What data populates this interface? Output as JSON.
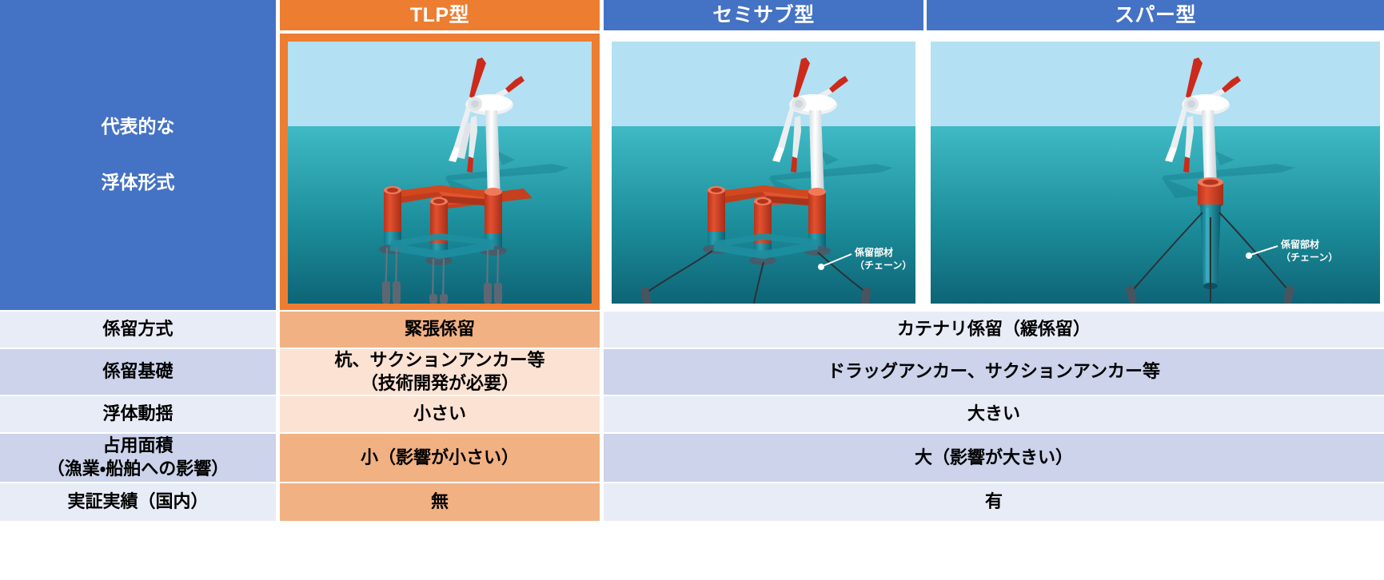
{
  "header": {
    "corner_label": "",
    "columns": [
      {
        "label": "TLP型",
        "highlight": true,
        "accent": "#ed7d31"
      },
      {
        "label": "セミサブ型",
        "highlight": false,
        "accent": "#4472c4"
      },
      {
        "label": "スパー型",
        "highlight": false,
        "accent": "#4472c4"
      }
    ]
  },
  "rows": [
    {
      "label": "代表的な\n浮体形式",
      "label_line1": "代表的な",
      "label_line2": "浮体形式",
      "type": "image",
      "tlp": "",
      "semisub": "",
      "spar": ""
    },
    {
      "label": "係留方式",
      "type": "text",
      "tlp": "緊張係留",
      "merged": "カテナリ係留（緩係留）"
    },
    {
      "label": "係留基礎",
      "type": "text",
      "tlp_line1": "杭、サクションアンカー等",
      "tlp_line2": "（技術開発が必要）",
      "merged": "ドラッグアンカー、サクションアンカー等"
    },
    {
      "label": "浮体動揺",
      "type": "text",
      "tlp": "小さい",
      "merged": "大きい"
    },
    {
      "label_line1": "占用面積",
      "label_line2": "（漁業・船舶への影響）",
      "type": "text",
      "tlp": "小（影響が小さい）",
      "merged": "大（影響が大きい）"
    },
    {
      "label": "実証実績（国内）",
      "type": "text",
      "tlp": "無",
      "merged": "有"
    }
  ],
  "illustrations": {
    "tlp": {
      "name": "tlp-floating-wind-turbine",
      "annotation": "",
      "sky_color": "#b3e0f2",
      "sea_color_top": "#38b3bd",
      "sea_color_bottom": "#0f6f82",
      "structure_color": "#d9452a",
      "tower_color": "#ffffff"
    },
    "semisub": {
      "name": "semi-submersible-floating-wind-turbine",
      "annotation_line1": "係留部材",
      "annotation_line2": "（チェーン）",
      "sky_color": "#b3e0f2",
      "sea_color_top": "#38b3bd",
      "sea_color_bottom": "#0f6f82",
      "structure_color": "#d9452a"
    },
    "spar": {
      "name": "spar-floating-wind-turbine",
      "annotation_line1": "係留部材",
      "annotation_line2": "（チェーン）",
      "sky_color": "#b3e0f2",
      "sea_color_top": "#38b3bd",
      "sea_color_bottom": "#0f6f82",
      "structure_color": "#d9452a"
    }
  },
  "colors": {
    "header_blue": "#4472c4",
    "header_orange": "#ed7d31",
    "label_light": "#e8ecf7",
    "label_dark": "#ccd3ea",
    "orange_mid": "#f2b183",
    "orange_pale": "#fbe2d3",
    "text": "#000000",
    "white": "#ffffff"
  }
}
